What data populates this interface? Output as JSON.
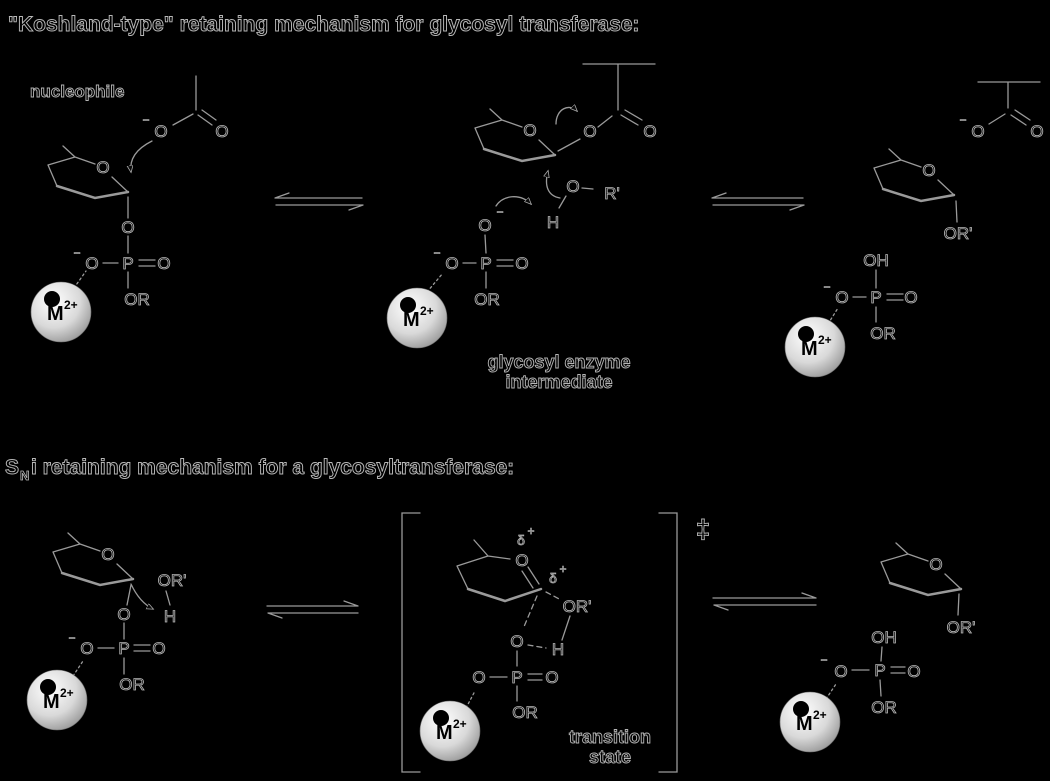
{
  "titles": {
    "koshland": "\"Koshland-type\" retaining mechanism for glycosyl transferase:",
    "sni_s": "S",
    "sni_n": "N",
    "sni_rest": "i retaining mechanism for a glycosyltransferase:"
  },
  "labels": {
    "nucleophile": "nucleophile",
    "glycosyl_enzyme_line1": "glycosyl enzyme",
    "glycosyl_enzyme_line2": "intermediate",
    "transition_line1": "transition",
    "transition_line2": "state",
    "double_dagger": "‡"
  },
  "atoms": {
    "o": "O",
    "p": "P",
    "h": "H",
    "or": "OR",
    "or_prime": "OR'",
    "oh": "OH",
    "r_prime": "R'",
    "minus": "−",
    "m": "M",
    "m_charge": "2+",
    "delta": "δ",
    "plus": "+"
  },
  "colors": {
    "background": "#000000",
    "line": "#9a9a9a",
    "text_outline": "#b5b5b5",
    "sphere_center": "#ffffff",
    "sphere_edge": "#8a8a8a",
    "sphere_text": "#000000"
  }
}
